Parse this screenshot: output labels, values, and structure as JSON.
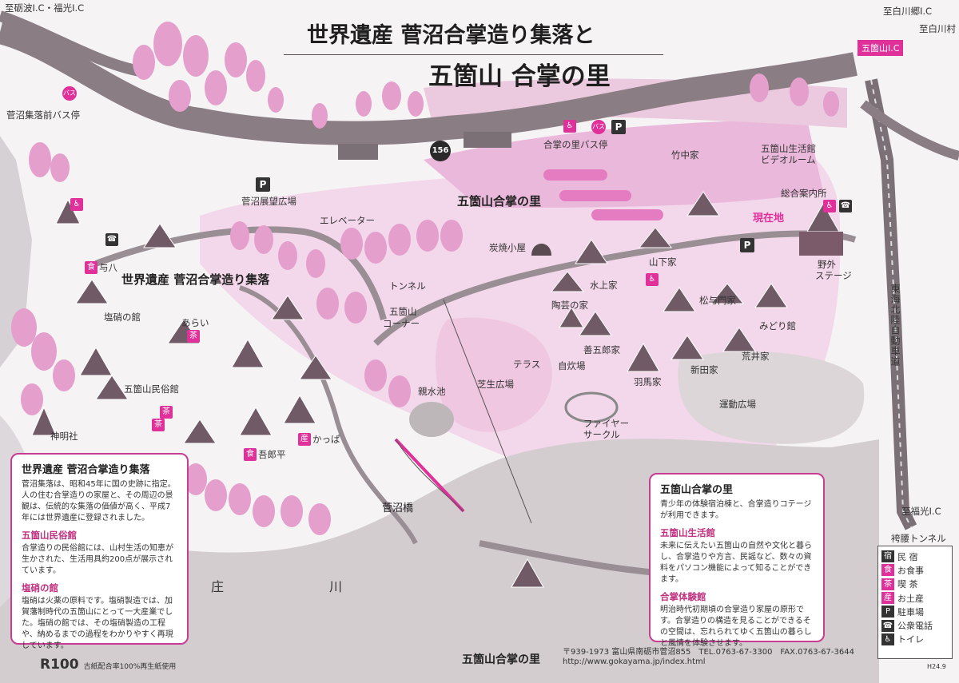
{
  "title": {
    "line1": "世界遺産 菅沼合掌造り集落と",
    "line2": "五箇山 合掌の里"
  },
  "directions": {
    "top_left": "至砺波I.C・福光I.C",
    "top_right_1": "至白川郷I.C",
    "top_right_2": "至白川村",
    "ic_name": "五箇山I.C",
    "bottom_right": "至福光I.C",
    "tunnel": "袴腰トンネル",
    "expressway": "東海北陸自動車道"
  },
  "route": "156",
  "labels": {
    "bus_suganuma": "菅沼集落前バス停",
    "observatory": "菅沼展望広場",
    "elevator": "エレベーター",
    "tunnel": "トンネル",
    "gokayama_corner_1": "五箇山",
    "gokayama_corner_2": "コーナー",
    "suganuma_village": "世界遺産 菅沼合掌造り集落",
    "gassho_village": "五箇山合掌の里",
    "bus_gassho": "合掌の里バス停",
    "charcoal": "炭焼小屋",
    "takenaka": "竹中家",
    "seikatsukan_1": "五箇山生活館",
    "seikatsukan_2": "ビデオルーム",
    "info": "総合案内所",
    "current": "現在地",
    "stage_1": "野外",
    "stage_2": "ステージ",
    "yamashita": "山下家",
    "mizukami": "水上家",
    "pottery": "陶芸の家",
    "matsuyamon": "松与門家",
    "midori": "みどり館",
    "zengoro": "善五郎家",
    "arai_house": "荒井家",
    "terrace": "テラス",
    "cooking": "自炊場",
    "shibafu": "芝生広場",
    "shinsui": "親水池",
    "hanma": "羽馬家",
    "shinden": "新田家",
    "sports": "運動広場",
    "fire_1": "ファイヤー",
    "fire_2": "サークル",
    "suganuma_bridge": "菅沼橋",
    "river_1": "庄",
    "river_2": "川",
    "yohachi": "与八",
    "enshou": "塩硝の館",
    "arai": "あらい",
    "minzoku": "五箇山民俗館",
    "shinmei": "神明社",
    "kappa": "かっぱ",
    "gorohei": "吾郎平"
  },
  "badges": {
    "food": "食",
    "tea": "茶",
    "souvenir": "産",
    "inn": "宿",
    "parking": "P"
  },
  "info_left": {
    "title": "世界遺産 菅沼合掌造り集落",
    "body": "菅沼集落は、昭和45年に国の史跡に指定。人の住む合掌造りの家屋と、その周辺の景観は、伝統的な集落の価値が高く、平成7年には世界遺産に登録されました。",
    "h2": "五箇山民俗館",
    "body2": "合掌造りの民俗館には、山村生活の知恵が生かされた、生活用具約200点が展示されています。",
    "h3": "塩硝の館",
    "body3": "塩硝は火薬の原料です。塩硝製造では、加賀藩制時代の五箇山にとって一大産業でした。塩硝の館では、その塩硝製造の工程や、納めるまでの過程をわかりやすく再現しています。"
  },
  "info_right": {
    "title": "五箇山合掌の里",
    "body": "青少年の体験宿泊棟と、合掌造りコテージが利用できます。",
    "h2": "五箇山生活館",
    "body2": "未来に伝えたい五箇山の自然や文化と暮らし、合掌造りや方言、民謡など、数々の資料をパソコン機能によって知ることができます。",
    "h3": "合掌体験館",
    "body3": "明治時代初期頃の合掌造り家屋の原形です。合掌造りの構造を見ることができるその空間は、忘れられてゆく五箇山の暮らしと風情を体験させます。"
  },
  "legend": [
    {
      "icon": "宿",
      "label": "民 宿",
      "color": "#333333"
    },
    {
      "icon": "食",
      "label": "お食事",
      "color": "#e0309a"
    },
    {
      "icon": "茶",
      "label": "喫 茶",
      "color": "#e0309a"
    },
    {
      "icon": "産",
      "label": "お土産",
      "color": "#e0309a"
    },
    {
      "icon": "P",
      "label": "駐車場",
      "color": "#333333"
    },
    {
      "icon": "☎",
      "label": "公衆電話",
      "color": "#333333"
    },
    {
      "icon": "♿",
      "label": "トイレ",
      "color": "#333333"
    }
  ],
  "footer": {
    "name": "五箇山合掌の里",
    "address": "〒939-1973 富山県南砺市菅沼855　TEL.0763-67-3300　FAX.0763-67-3644",
    "url": "http://www.gokayama.jp/index.html",
    "recycle": "R100",
    "recycle_note": "古紙配合率100%再生紙使用",
    "version": "H24.9"
  },
  "colors": {
    "pink": "#e0309a",
    "soft_pink": "#f2c6e2",
    "road": "#8a7d84",
    "water": "#cfc9cc",
    "border": "#c83c94"
  }
}
